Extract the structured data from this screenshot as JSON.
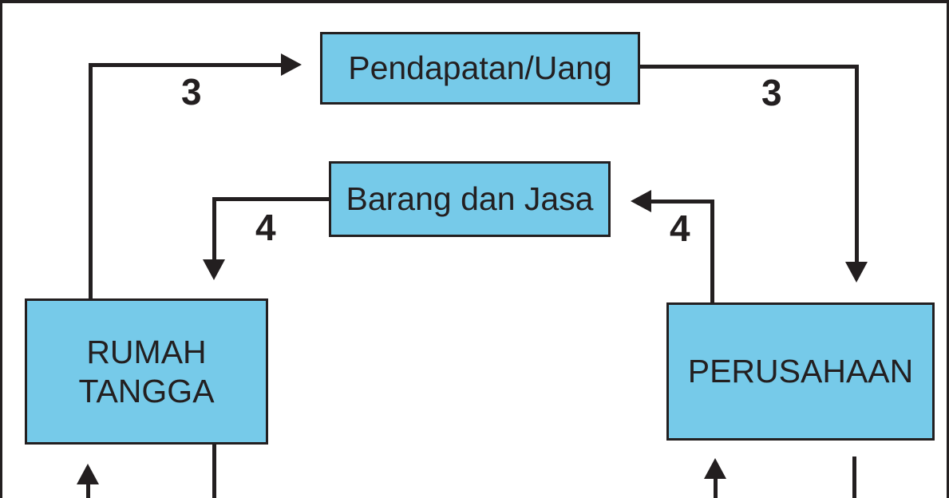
{
  "boxes": {
    "pendapatan": {
      "label": "Pendapatan/Uang"
    },
    "barang_jasa": {
      "label": "Barang dan Jasa"
    },
    "rumah_tangga": {
      "label": "RUMAH TANGGA"
    },
    "perusahaan": {
      "label": "PERUSAHAAN"
    }
  },
  "flow_labels": {
    "income_from_household": "3",
    "income_to_firm": "3",
    "goods_to_household": "4",
    "goods_from_firm": "4"
  },
  "colors": {
    "box_fill": "#76CAE9",
    "line": "#231F20",
    "background": "#FFFFFF"
  }
}
